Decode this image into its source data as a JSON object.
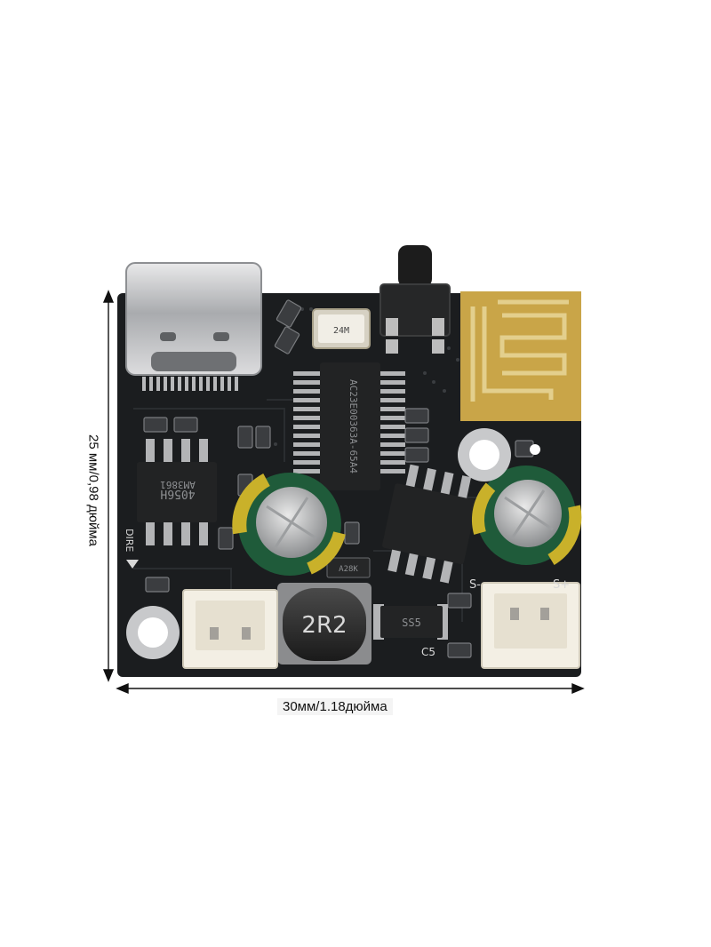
{
  "dimensions": {
    "width_text": "30мм/1.18дюйма",
    "height_text": "25 мм/0,98 дюйма"
  },
  "silkscreen": {
    "inductor": "2R2",
    "audio_chip": "4056H",
    "amp_chip": "AM3861",
    "main_chip": "AC23E00363A-65A4",
    "crystal": "24M",
    "diode": "SS5",
    "cap_label": "C5",
    "speaker_neg": "S-",
    "speaker_pos": "S+",
    "dire_label": "DIRE",
    "small_chip": "A28K"
  },
  "colors": {
    "pcb": "#1b1d1f",
    "gold": "#c9a548",
    "cap_green": "#1f5b3a",
    "cap_yellow": "#c9b12a",
    "connector": "#f3efe4",
    "metal": "#c8c9cb"
  }
}
